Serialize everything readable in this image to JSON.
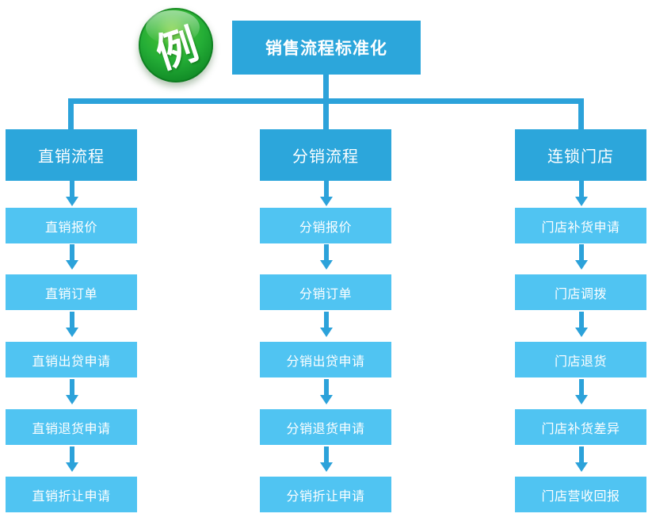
{
  "badge": {
    "label": "例"
  },
  "root": {
    "title": "销售流程标准化"
  },
  "columns": [
    {
      "header": "直销流程",
      "items": [
        "直销报价",
        "直销订单",
        "直销出贷申请",
        "直销退货申请",
        "直销折让申请"
      ]
    },
    {
      "header": "分销流程",
      "items": [
        "分销报价",
        "分销订单",
        "分销出贷申请",
        "分销退货申请",
        "分销折让申请"
      ]
    },
    {
      "header": "连锁门店",
      "items": [
        "门店补货申请",
        "门店调拨",
        "门店退货",
        "门店补货差异",
        "门店营收回报"
      ]
    }
  ],
  "colors": {
    "header_box": "#2ca6db",
    "item_box": "#50c4f2",
    "connector": "#2ca2da",
    "text": "#ffffff"
  }
}
